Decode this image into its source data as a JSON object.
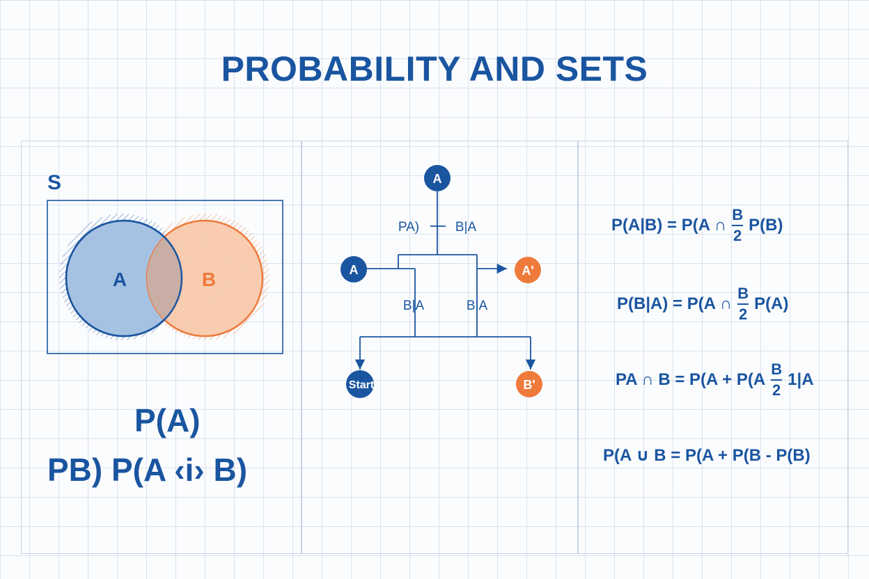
{
  "title": "PROBABILITY AND SETS",
  "colors": {
    "blue": "#1a55a0",
    "orange": "#ee7a3c",
    "grid": "#c5d3e6"
  },
  "venn": {
    "universe_label": "S",
    "set_a_label": "A",
    "set_b_label": "B"
  },
  "left_formulas": {
    "line1": "P(A)",
    "line2": "PB) P(A ‹i› B)"
  },
  "tree": {
    "nodes": {
      "top": "A",
      "left": "A",
      "right": "A'",
      "start": "Start",
      "end": "B'"
    },
    "labels": {
      "upper_left": "PA)",
      "upper_right": "B|A",
      "mid_left": "B|A",
      "mid_right": "B|A"
    }
  },
  "equations": [
    {
      "lhs": "P(A|B) = P(A ∩",
      "num": "B",
      "den": "2",
      "rhs": "P(B)"
    },
    {
      "lhs": "P(B|A) = P(A ∩",
      "num": "B",
      "den": "2",
      "rhs": "P(A)"
    },
    {
      "lhs": "PA ∩ B = P(A + P(A",
      "num": "B",
      "den": "2",
      "rhs": "1|A"
    },
    {
      "lhs": "P(A ∪ B = P(A + P(B - P(B)",
      "num": "",
      "den": "",
      "rhs": ""
    }
  ]
}
